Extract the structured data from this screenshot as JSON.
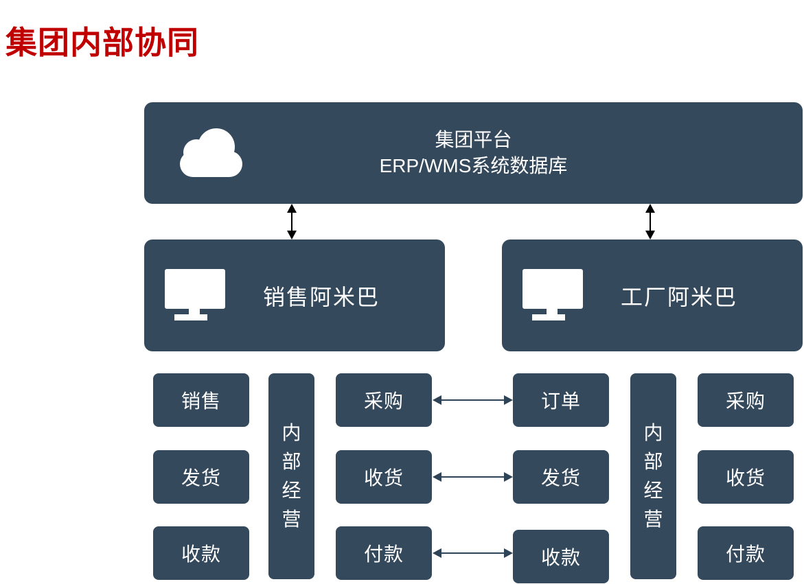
{
  "title": "集团内部协同",
  "colors": {
    "accent_red": "#C00000",
    "box_fill": "#35495C",
    "box_text": "#FFFFFF",
    "connector_arrow": "#2E4356",
    "platform_arrow": "#000000",
    "background": "#FFFFFF"
  },
  "platform": {
    "name": "集团平台",
    "subtitle": "ERP/WMS系统数据库",
    "icon": "cloud-icon"
  },
  "units": {
    "sales": "销售阿米巴",
    "factory": "工厂阿米巴",
    "icon": "monitor-icon"
  },
  "sales_group": {
    "outer": [
      "销售",
      "发货",
      "收款"
    ],
    "bar": "内部经营",
    "inner": [
      "采购",
      "收货",
      "付款"
    ]
  },
  "factory_group": {
    "inner": [
      "订单",
      "发货",
      "收款"
    ],
    "bar": "内部经营",
    "outer": [
      "采购",
      "收货",
      "付款"
    ]
  },
  "links": [
    {
      "from": "采购",
      "to": "订单"
    },
    {
      "from": "收货",
      "to": "发货"
    },
    {
      "from": "付款",
      "to": "收款"
    }
  ]
}
